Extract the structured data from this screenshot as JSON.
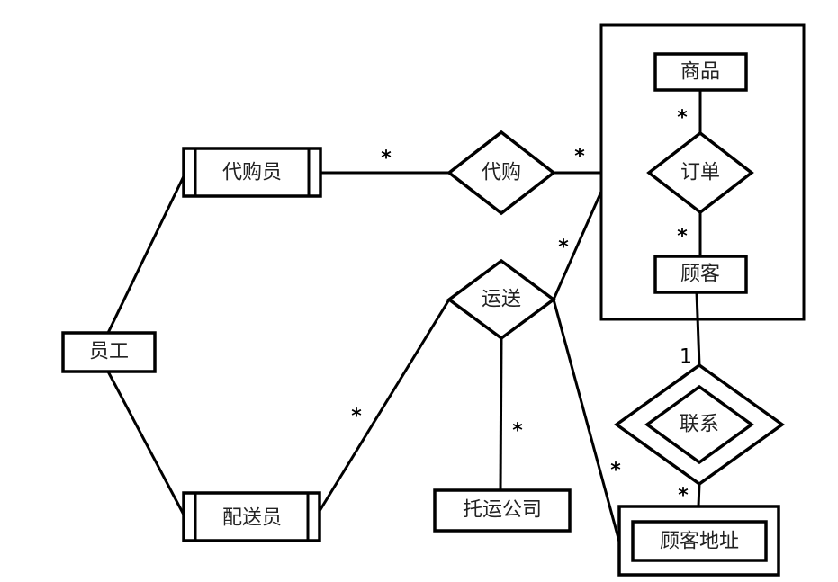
{
  "diagram": {
    "type": "ER diagram",
    "aggregation": {
      "entities": {
        "product": "商品",
        "customer": "顾客"
      },
      "relationship": {
        "order": "订单"
      }
    },
    "entities": {
      "purchasing_agent": "代购员",
      "employee": "员工",
      "delivery_staff": "配送员",
      "shipping_company": "托运公司",
      "customer_address": "顾客地址"
    },
    "relationships": {
      "purchase": "代购",
      "deliver": "运送",
      "contact": "联系"
    },
    "cardinalities": {
      "product_order": "*",
      "customer_order": "*",
      "agent_purchase": "*",
      "aggregation_purchase": "*",
      "aggregation_deliver": "*",
      "delivery_staff_deliver": "*",
      "shipping_company_deliver": "*",
      "address_deliver": "*",
      "customer_contact": "1",
      "address_contact": "*"
    }
  }
}
